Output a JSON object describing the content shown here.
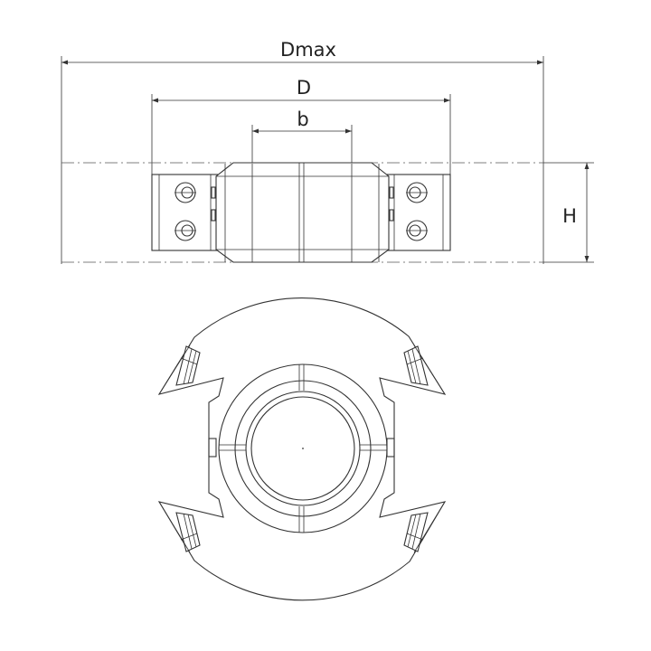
{
  "dimensions": {
    "dmax": "Dmax",
    "d": "D",
    "b": "b",
    "h": "H"
  },
  "colors": {
    "line": "#333333",
    "background": "#ffffff"
  }
}
